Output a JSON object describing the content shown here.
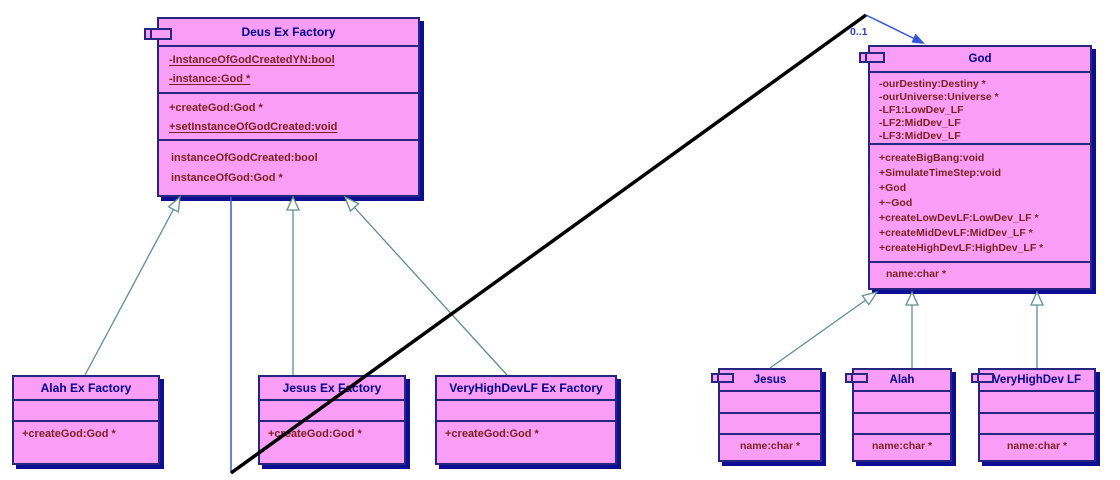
{
  "diagram": {
    "multiplicity_label": "0..1",
    "colors": {
      "box_fill": "#fa9df7",
      "box_border": "#26267e",
      "box_shadow": "#0d0d96",
      "title_text": "#00008b",
      "member_text": "#7c2121",
      "generalization_line": "#5f8f8f",
      "association_line": "#2a44d4",
      "crossing_line": "#000000",
      "background": "#ffffff"
    }
  },
  "classes": {
    "deus_ex_factory": {
      "title": "Deus Ex Factory",
      "attributes": [
        "-InstanceOfGodCreatedYN:bool",
        "-instance:God *"
      ],
      "operations": [
        "+createGod:God *",
        "+setInstanceOfGodCreated:void"
      ],
      "properties": [
        "instanceOfGodCreated:bool",
        "instanceOfGod:God *"
      ]
    },
    "god": {
      "title": "God",
      "attributes": [
        "-ourDestiny:Destiny *",
        "-ourUniverse:Universe *",
        "-LF1:LowDev_LF",
        "-LF2:MidDev_LF",
        "-LF3:MidDev_LF"
      ],
      "operations": [
        "+createBigBang:void",
        "+SimulateTimeStep:void",
        "+God",
        "+~God",
        "+createLowDevLF:LowDev_LF *",
        "+createMidDevLF:MidDev_LF *",
        "+createHighDevLF:HighDev_LF *"
      ],
      "properties": [
        "name:char *"
      ]
    },
    "alah_ex_factory": {
      "title": "Alah Ex Factory",
      "operations": [
        "+createGod:God *"
      ]
    },
    "jesus_ex_factory": {
      "title": "Jesus Ex Factory",
      "operations": [
        "+createGod:God *"
      ]
    },
    "veryhighdevlf_ex_factory": {
      "title": "VeryHighDevLF Ex Factory",
      "operations": [
        "+createGod:God *"
      ]
    },
    "jesus": {
      "title": "Jesus",
      "properties": [
        "name:char *"
      ]
    },
    "alah": {
      "title": "Alah",
      "properties": [
        "name:char *"
      ]
    },
    "veryhighdev_lf": {
      "title": "VeryHighDev LF",
      "properties": [
        "name:char *"
      ]
    }
  }
}
